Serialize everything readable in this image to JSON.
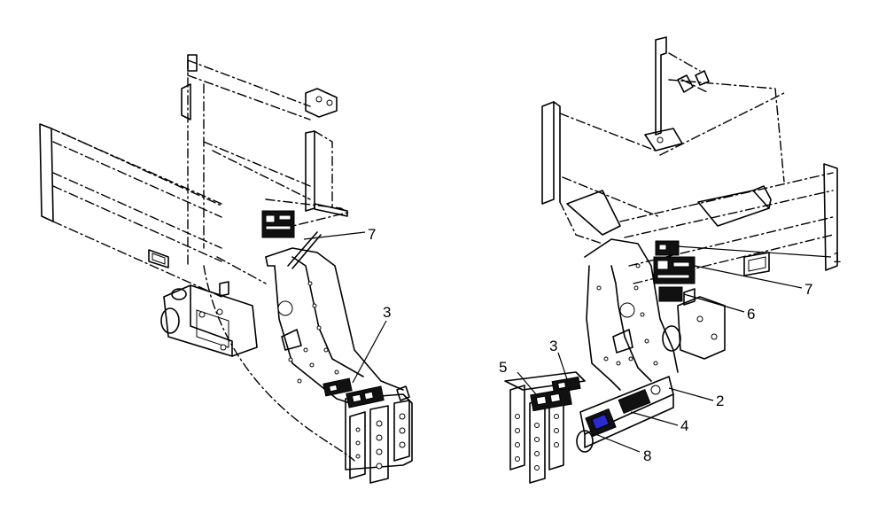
{
  "colors": {
    "line": "#000000",
    "background": "#ffffff",
    "decal_dark": "#111111",
    "decal_blue": "#2a2ad0"
  },
  "left_view": {
    "callouts": [
      {
        "number": "7"
      },
      {
        "number": "3"
      }
    ]
  },
  "right_view": {
    "callouts": [
      {
        "number": "1"
      },
      {
        "number": "7"
      },
      {
        "number": "6"
      },
      {
        "number": "3"
      },
      {
        "number": "5"
      },
      {
        "number": "2"
      },
      {
        "number": "4"
      },
      {
        "number": "8"
      }
    ]
  }
}
